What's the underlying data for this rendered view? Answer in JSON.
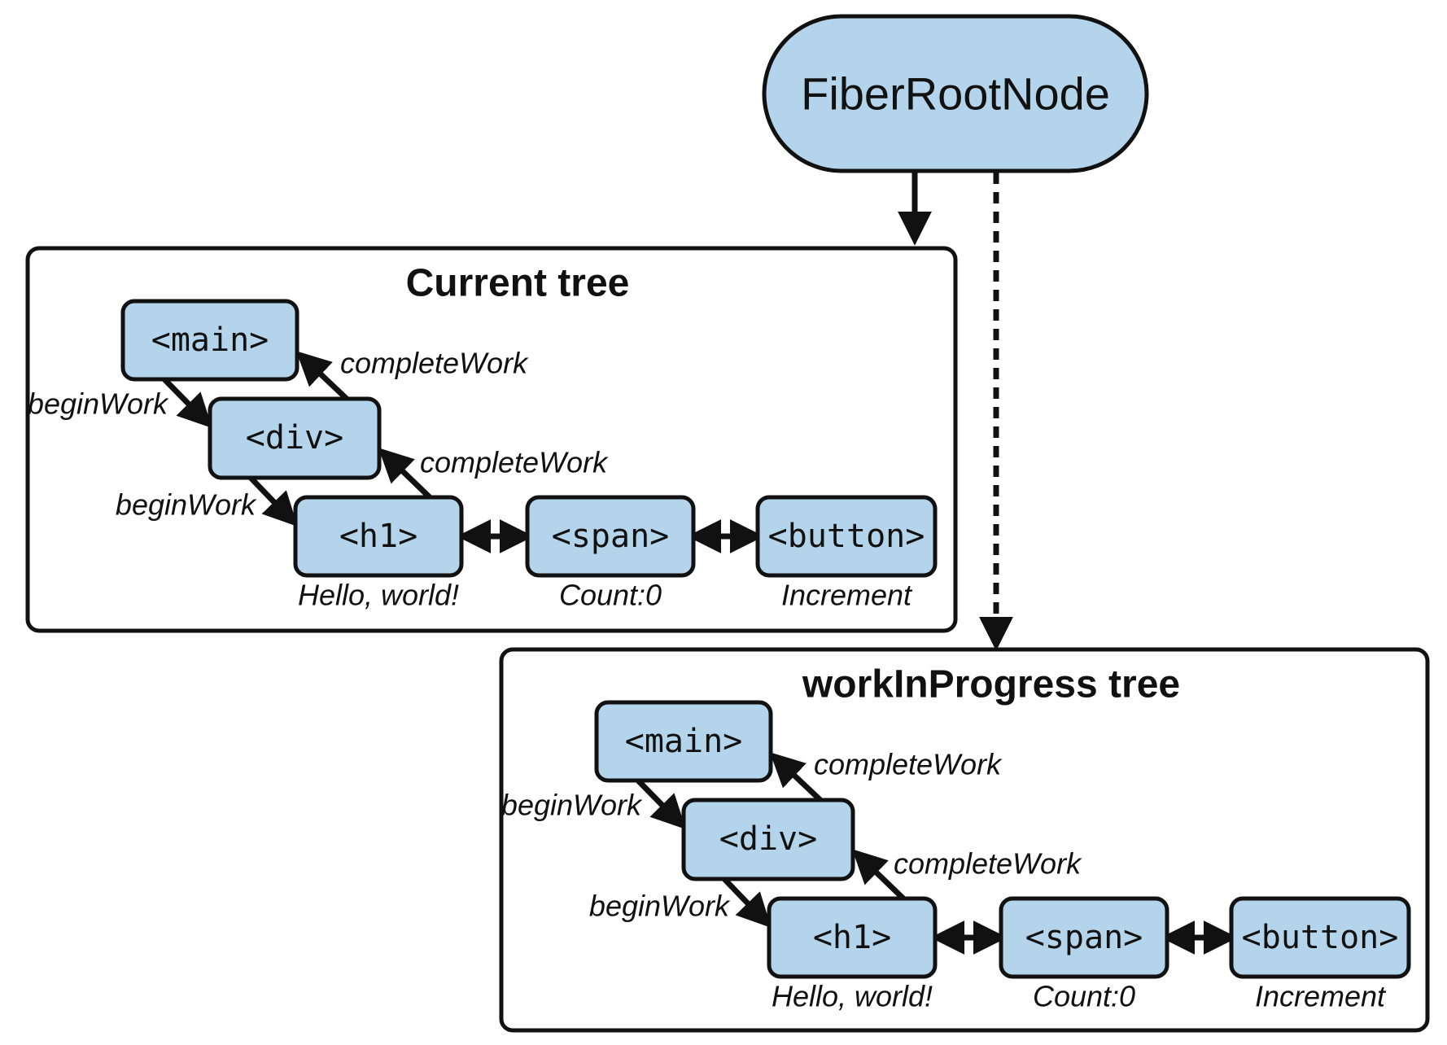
{
  "root": {
    "label": "FiberRootNode"
  },
  "trees": [
    {
      "title": "Current tree",
      "nodes": {
        "main": "<main>",
        "div": "<div>",
        "h1": "<h1>",
        "span": "<span>",
        "button": "<button>"
      },
      "edges": {
        "main_div": "beginWork",
        "div_main": "completeWork",
        "div_h1": "beginWork",
        "h1_div": "completeWork"
      },
      "captions": {
        "h1": "Hello, world!",
        "span": "Count:0",
        "button": "Increment"
      }
    },
    {
      "title": "workInProgress tree",
      "nodes": {
        "main": "<main>",
        "div": "<div>",
        "h1": "<h1>",
        "span": "<span>",
        "button": "<button>"
      },
      "edges": {
        "main_div": "beginWork",
        "div_main": "completeWork",
        "div_h1": "beginWork",
        "h1_div": "completeWork"
      },
      "captions": {
        "h1": "Hello, world!",
        "span": "Count:0",
        "button": "Increment"
      }
    }
  ],
  "colors": {
    "node_fill": "#b3d4ea",
    "stroke": "#111111",
    "background": "#ffffff"
  }
}
